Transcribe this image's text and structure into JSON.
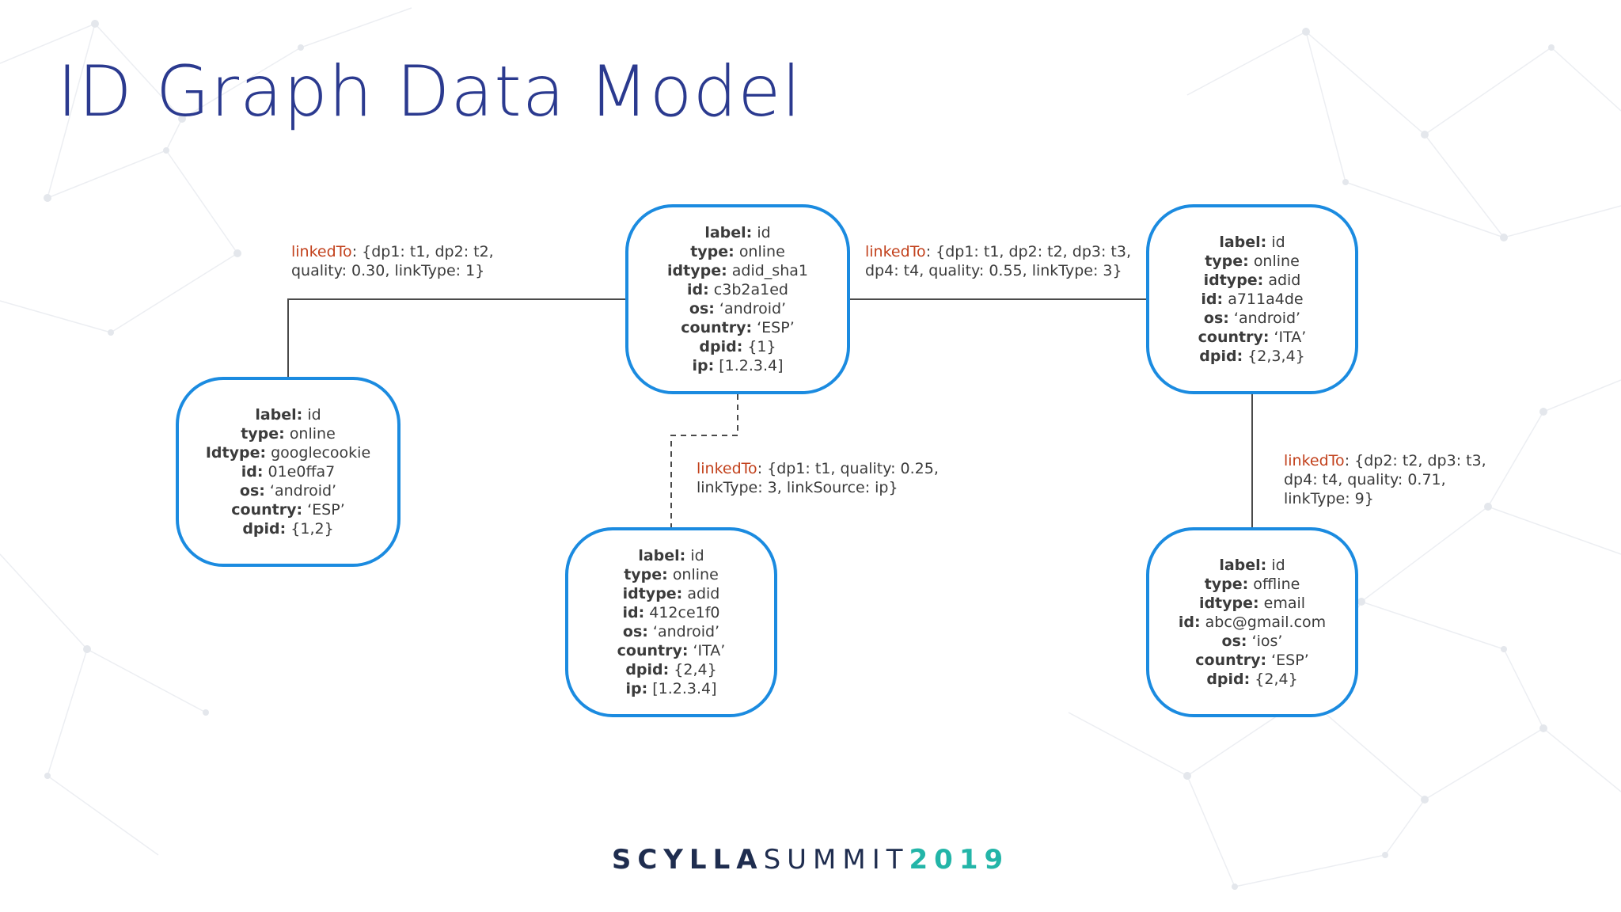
{
  "title": "ID Graph Data Model",
  "footer": {
    "brand": "SCYLLA",
    "event": "SUMMIT",
    "year": "2019"
  },
  "colors": {
    "title": "#2b3a8f",
    "node_border": "#1b8be0",
    "edge_key": "#c2411c",
    "footer_year": "#23b5a8"
  },
  "nodes": [
    {
      "id": "center",
      "props": [
        {
          "k": "label:",
          "v": "id"
        },
        {
          "k": "type:",
          "v": "online"
        },
        {
          "k": "idtype:",
          "v": "adid_sha1"
        },
        {
          "k": "id:",
          "v": "c3b2a1ed"
        },
        {
          "k": "os:",
          "v": "‘android’"
        },
        {
          "k": "country:",
          "v": "‘ESP’"
        },
        {
          "k": "dpid:",
          "v": "{1}"
        },
        {
          "k": "ip:",
          "v": "[1.2.3.4]"
        }
      ]
    },
    {
      "id": "left",
      "props": [
        {
          "k": "label:",
          "v": "id"
        },
        {
          "k": "type:",
          "v": "online"
        },
        {
          "k": "Idtype:",
          "v": "googlecookie"
        },
        {
          "k": "id:",
          "v": "01e0ffa7"
        },
        {
          "k": "os:",
          "v": "‘android’"
        },
        {
          "k": "country:",
          "v": "‘ESP’"
        },
        {
          "k": "dpid:",
          "v": "{1,2}"
        }
      ]
    },
    {
      "id": "bottom",
      "props": [
        {
          "k": "label:",
          "v": "id"
        },
        {
          "k": "type:",
          "v": "online"
        },
        {
          "k": "idtype:",
          "v": "adid"
        },
        {
          "k": "id:",
          "v": "412ce1f0"
        },
        {
          "k": "os:",
          "v": "‘android’"
        },
        {
          "k": "country:",
          "v": "‘ITA’"
        },
        {
          "k": "dpid:",
          "v": "{2,4}"
        },
        {
          "k": "ip:",
          "v": "[1.2.3.4]"
        }
      ]
    },
    {
      "id": "right",
      "props": [
        {
          "k": "label:",
          "v": "id"
        },
        {
          "k": "type:",
          "v": "online"
        },
        {
          "k": "idtype:",
          "v": "adid"
        },
        {
          "k": "id:",
          "v": "a711a4de"
        },
        {
          "k": "os:",
          "v": "‘android’"
        },
        {
          "k": "country:",
          "v": "‘ITA’"
        },
        {
          "k": "dpid:",
          "v": "{2,3,4}"
        }
      ]
    },
    {
      "id": "bottom-right",
      "props": [
        {
          "k": "label:",
          "v": "id"
        },
        {
          "k": "type:",
          "v": "offline"
        },
        {
          "k": "idtype:",
          "v": "email"
        },
        {
          "k": "id:",
          "v": "abc@gmail.com"
        },
        {
          "k": "os:",
          "v": "‘ios’"
        },
        {
          "k": "country:",
          "v": "‘ESP’"
        },
        {
          "k": "dpid:",
          "v": "{2,4}"
        }
      ]
    }
  ],
  "edges": [
    {
      "from": "center",
      "to": "left",
      "style": "solid",
      "key": "linkedTo",
      "lines": [
        ": {dp1: t1, dp2: t2,",
        "quality: 0.30, linkType: 1}"
      ]
    },
    {
      "from": "center",
      "to": "right",
      "style": "solid",
      "key": "linkedTo",
      "lines": [
        ": {dp1: t1, dp2: t2, dp3: t3,",
        "dp4: t4, quality: 0.55, linkType: 3}"
      ]
    },
    {
      "from": "center",
      "to": "bottom",
      "style": "dashed",
      "key": "linkedTo",
      "lines": [
        ": {dp1: t1, quality: 0.25,",
        "linkType: 3, linkSource: ip}"
      ]
    },
    {
      "from": "right",
      "to": "bottom-right",
      "style": "solid",
      "key": "linkedTo",
      "lines": [
        ": {dp2: t2, dp3: t3,",
        "dp4: t4, quality: 0.71,",
        "linkType: 9}"
      ]
    }
  ]
}
